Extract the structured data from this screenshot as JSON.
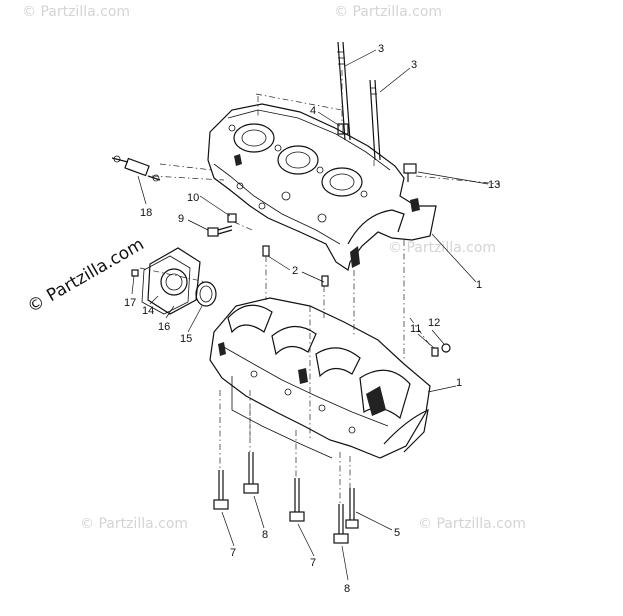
{
  "watermark": {
    "text": "© Partzilla.com",
    "color": "#d4d4d4",
    "big_color": "#111111"
  },
  "callouts": [
    {
      "id": "c3a",
      "text": "3"
    },
    {
      "id": "c3b",
      "text": "3"
    },
    {
      "id": "c4",
      "text": "4"
    },
    {
      "id": "c13",
      "text": "13"
    },
    {
      "id": "c10",
      "text": "10"
    },
    {
      "id": "c18",
      "text": "18"
    },
    {
      "id": "c9",
      "text": "9"
    },
    {
      "id": "c2",
      "text": "2"
    },
    {
      "id": "c1a",
      "text": "1"
    },
    {
      "id": "c17",
      "text": "17"
    },
    {
      "id": "c14",
      "text": "14"
    },
    {
      "id": "c16",
      "text": "16"
    },
    {
      "id": "c15",
      "text": "15"
    },
    {
      "id": "c11",
      "text": "11"
    },
    {
      "id": "c12",
      "text": "12"
    },
    {
      "id": "c1b",
      "text": "1"
    },
    {
      "id": "c5",
      "text": "5"
    },
    {
      "id": "c7a",
      "text": "7"
    },
    {
      "id": "c8a",
      "text": "8"
    },
    {
      "id": "c7b",
      "text": "7"
    },
    {
      "id": "c8b",
      "text": "8"
    }
  ]
}
